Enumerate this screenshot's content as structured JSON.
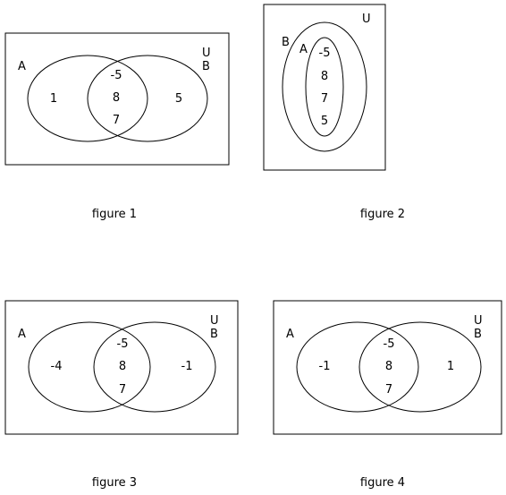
{
  "figures": [
    {
      "caption": "figure 1",
      "label_a": "A",
      "label_b": "B",
      "label_u": "U",
      "only_a": "1",
      "intersection": [
        "-5",
        "8",
        "7"
      ],
      "only_b": "5"
    },
    {
      "caption": "figure 2",
      "label_a": "A",
      "label_b": "B",
      "label_u": "U",
      "inner": [
        "-5",
        "8",
        "7",
        "5"
      ]
    },
    {
      "caption": "figure 3",
      "label_a": "A",
      "label_b": "B",
      "label_u": "U",
      "only_a": "-4",
      "intersection": [
        "-5",
        "8",
        "7"
      ],
      "only_b": "-1"
    },
    {
      "caption": "figure 4",
      "label_a": "A",
      "label_b": "B",
      "label_u": "U",
      "only_a": "-1",
      "intersection": [
        "-5",
        "8",
        "7"
      ],
      "only_b": "1"
    }
  ],
  "colors": {
    "stroke": "#000000",
    "background": "#ffffff"
  }
}
